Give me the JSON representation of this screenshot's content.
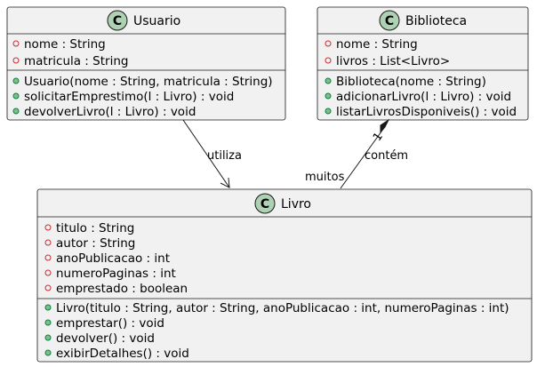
{
  "diagram": {
    "classes": {
      "usuario": {
        "name": "Usuario",
        "stereotype_letter": "C",
        "attributes": [
          {
            "visibility": "private",
            "text": "nome : String"
          },
          {
            "visibility": "private",
            "text": "matricula : String"
          }
        ],
        "methods": [
          {
            "visibility": "public",
            "text": "Usuario(nome : String, matricula : String)"
          },
          {
            "visibility": "public",
            "text": "solicitarEmprestimo(l : Livro) : void"
          },
          {
            "visibility": "public",
            "text": "devolverLivro(l : Livro) : void"
          }
        ]
      },
      "biblioteca": {
        "name": "Biblioteca",
        "stereotype_letter": "C",
        "attributes": [
          {
            "visibility": "private",
            "text": "nome : String"
          },
          {
            "visibility": "private",
            "text": "livros : List<Livro>"
          }
        ],
        "methods": [
          {
            "visibility": "public",
            "text": "Biblioteca(nome : String)"
          },
          {
            "visibility": "public",
            "text": "adicionarLivro(l : Livro) : void"
          },
          {
            "visibility": "public",
            "text": "listarLivrosDisponiveis() : void"
          }
        ]
      },
      "livro": {
        "name": "Livro",
        "stereotype_letter": "C",
        "attributes": [
          {
            "visibility": "private",
            "text": "titulo : String"
          },
          {
            "visibility": "private",
            "text": "autor : String"
          },
          {
            "visibility": "private",
            "text": "anoPublicacao : int"
          },
          {
            "visibility": "private",
            "text": "numeroPaginas : int"
          },
          {
            "visibility": "private",
            "text": "emprestado : boolean"
          }
        ],
        "methods": [
          {
            "visibility": "public",
            "text": "Livro(titulo : String, autor : String, anoPublicacao : int, numeroPaginas : int)"
          },
          {
            "visibility": "public",
            "text": "emprestar() : void"
          },
          {
            "visibility": "public",
            "text": "devolver() : void"
          },
          {
            "visibility": "public",
            "text": "exibirDetalhes() : void"
          }
        ]
      }
    },
    "relations": {
      "usuario_livro": {
        "label": "utiliza",
        "kind": "association-arrow"
      },
      "biblioteca_livro": {
        "label": "contém",
        "kind": "composition",
        "source_multiplicity": "1",
        "target_multiplicity": "muitos"
      }
    },
    "colors": {
      "class_fill": "#f1f1f1",
      "border": "#181818",
      "badge": "#ADD1B2",
      "private_marker": "#C82930",
      "public_marker": "#84BE84"
    }
  }
}
